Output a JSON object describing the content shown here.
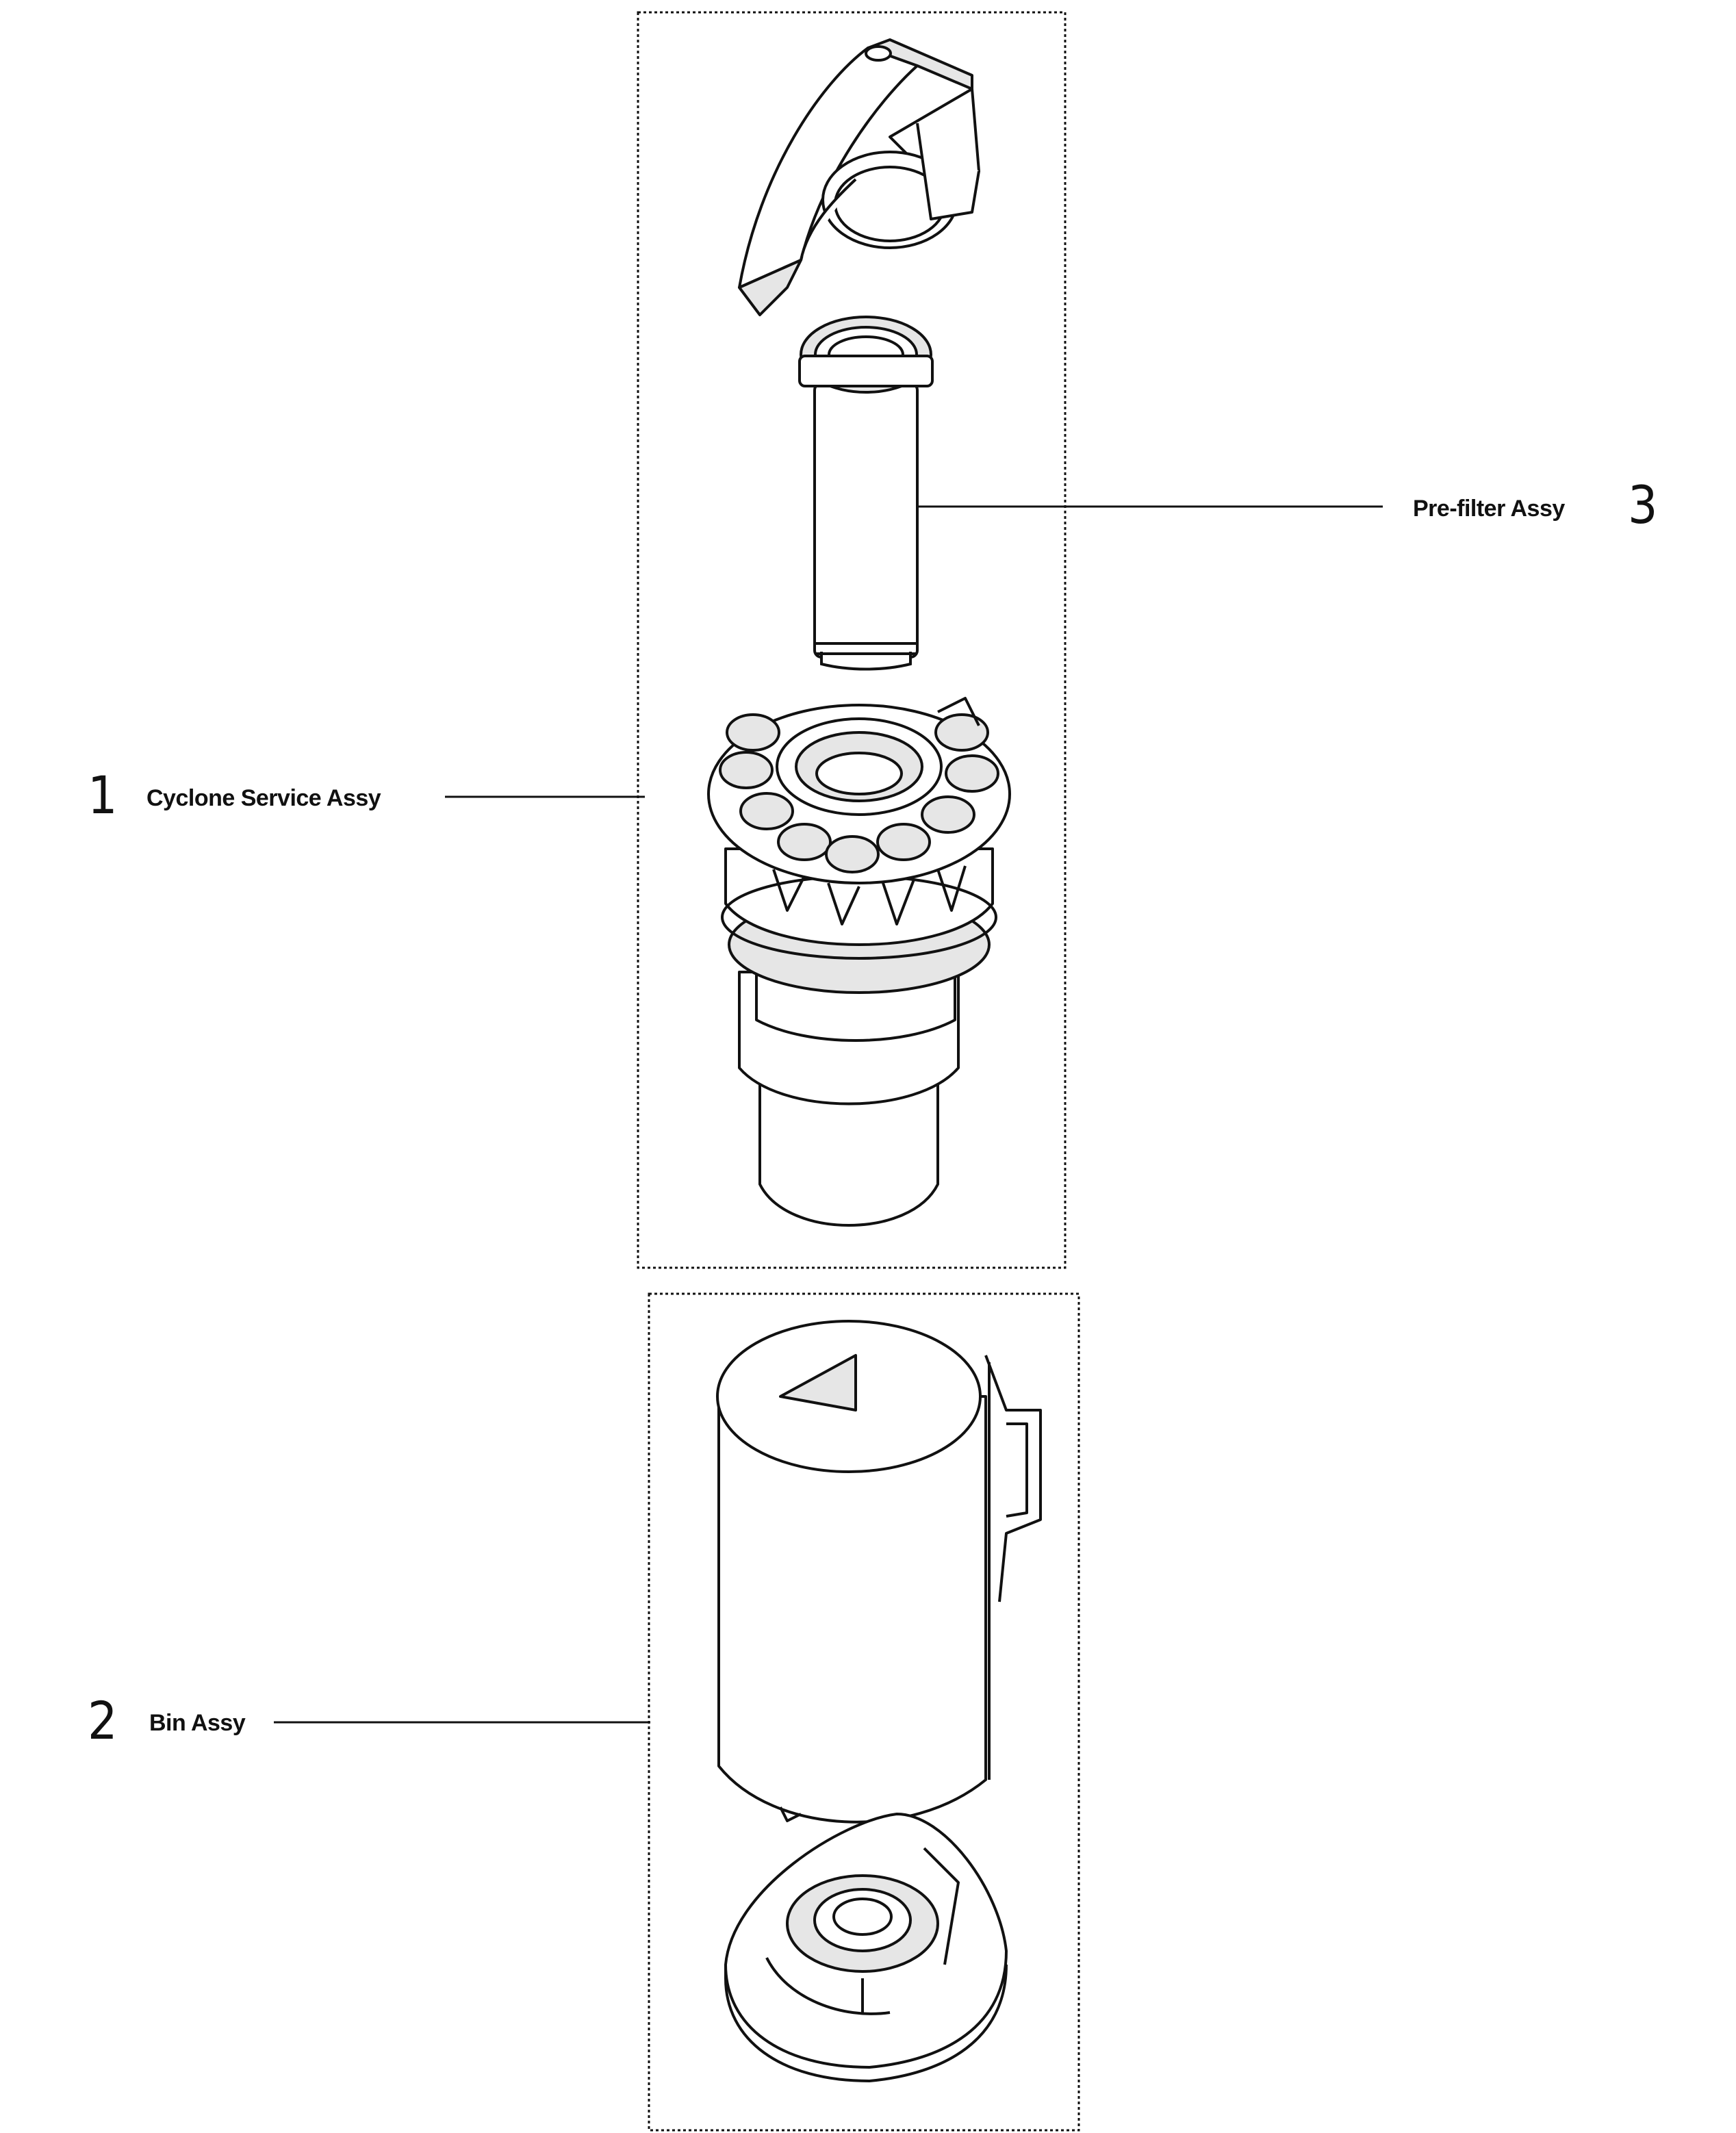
{
  "callouts": [
    {
      "number": "1",
      "label": "Cyclone Service Assy"
    },
    {
      "number": "2",
      "label": "Bin Assy"
    },
    {
      "number": "3",
      "label": "Pre-filter Assy"
    }
  ],
  "parts": [
    "clip-handle",
    "pre-filter",
    "cyclone",
    "bin",
    "bin-base"
  ],
  "colors": {
    "ink": "#111111",
    "fill": "#ffffff",
    "shade": "#e6e6e6"
  }
}
